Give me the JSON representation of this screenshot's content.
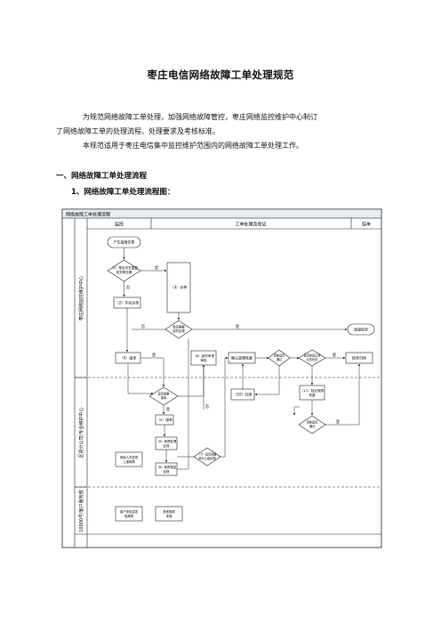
{
  "doc": {
    "title": "枣庄电信网络故障工单处理规范",
    "intro_line1": "为规范网络故障工单处理，加强网络故障管控，枣庄网络监控维护中心制订",
    "intro_line2": "了网络故障工单的处理流程、处理要求及考核标准。",
    "intro_line3": "本规范适用于枣庄电信集中监控维护范围内的网络故障工单处理工作。",
    "heading1": "一、网络故障工单处理流程",
    "heading2": "1、网络故障工单处理流程图："
  },
  "flowchart": {
    "header_title": "网络故障工单处理流程",
    "col_left": "监控",
    "col_mid": "工单处理及验证",
    "col_right": "结单",
    "lane1": "枣庄网络监控维护中心",
    "lane2": "区县分公司/专业维护中心",
    "lane3": "10000号/客户服务部",
    "nodes": {
      "start": "产生故障告警",
      "d1": "（1）是否存在重复或关联告警",
      "n2": "（2）手动派单",
      "n3": "（3）派单",
      "n4": "（4）接单",
      "n8": "（8）故障处理",
      "d5": "是否需要延时",
      "close": "直接结单",
      "n_delay": "（6）延时申请审批",
      "n9": "确认故障恢复",
      "d_ok": "审核是否通过",
      "d_resolved": "是否恢复正常业务",
      "archive": "结单归档",
      "n10": "（10）回单",
      "d_verify": "是否需要验证",
      "n11": "（11）验证故障恢复",
      "d_pass": "审核是否通过",
      "n5": "（5）接单",
      "n6": "（6）故障处理反馈",
      "d7": "（7）是否需要转派处理",
      "n8b": "（8）故障修复反馈",
      "other": "其他人员发现上报故障",
      "cust": "用户申告或发现故障",
      "cust2": "其他故障来源",
      "yes": "是",
      "no": "否"
    }
  }
}
